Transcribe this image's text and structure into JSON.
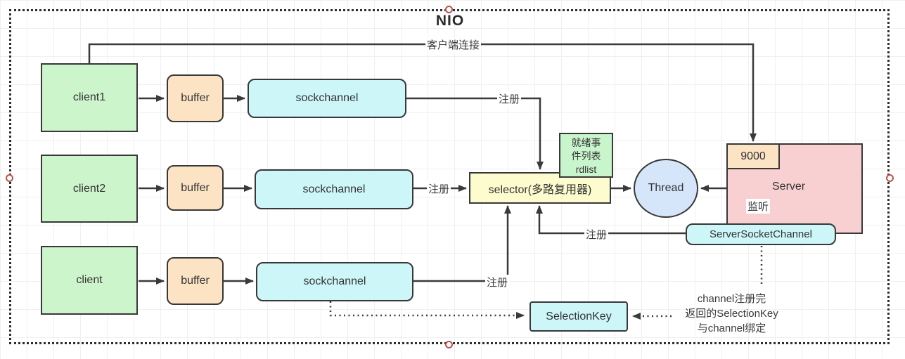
{
  "title": "NIO",
  "colors": {
    "client_fill": "#cdf5cb",
    "buffer_fill": "#fbe3c4",
    "channel_fill": "#cdf6f9",
    "selector_fill": "#fdfcce",
    "rdlist_fill": "#c9f5cd",
    "thread_fill": "#d5e6fa",
    "server_fill": "#f9d0d2",
    "port_fill": "#fbe3c4",
    "line_color": "#3a3a3a",
    "handle_stroke": "#b85450"
  },
  "nodes": {
    "client1": "client1",
    "client2": "client2",
    "client3": "client",
    "buffer": "buffer",
    "sockchannel": "sockchannel",
    "selector": "selector(多路复用器)",
    "rdlist_lines": [
      "就绪事",
      "件列表",
      "rdlist"
    ],
    "thread": "Thread",
    "server": "Server",
    "port": "9000",
    "server_socket_channel": "ServerSocketChannel",
    "selection_key": "SelectionKey"
  },
  "edge_labels": {
    "client_connection": "客户端连接",
    "register": "注册",
    "listen": "监听"
  },
  "note_lines": [
    "channel注册完",
    "返回的SelectionKey",
    "与channel绑定"
  ]
}
